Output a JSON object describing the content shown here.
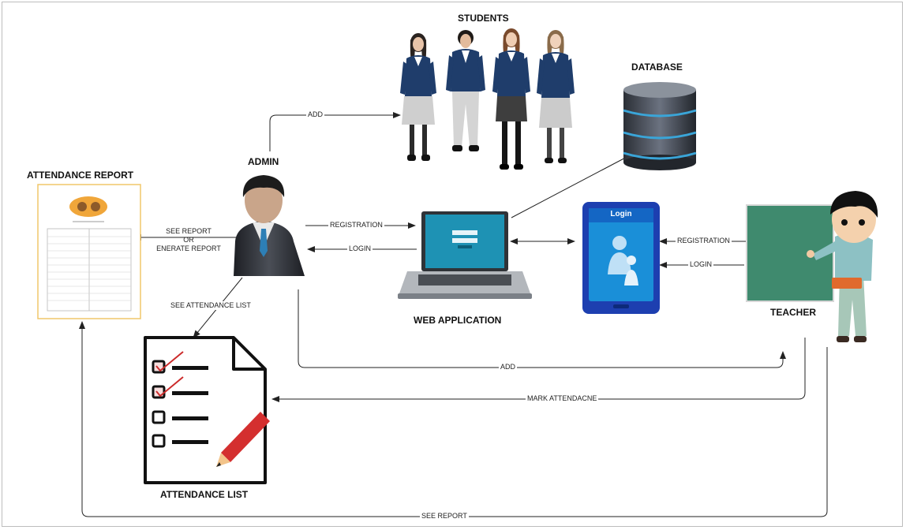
{
  "nodes": {
    "students": "STUDENTS",
    "database": "DATABASE",
    "admin": "ADMIN",
    "attendance_report": "ATTENDANCE REPORT",
    "web_application": "WEB APPLICATION",
    "teacher": "TEACHER",
    "attendance_list": "ATTENDANCE LIST"
  },
  "edges": {
    "admin_add_students": "ADD",
    "admin_registration": "REGISTRATION",
    "admin_login": "LOGIN",
    "see_report_line1": "SEE REPORT",
    "see_report_line2": "OR",
    "see_report_line3": "ENERATE REPORT",
    "see_attendance_list": "SEE ATTENDANCE LIST",
    "teacher_registration": "REGISTRATION",
    "teacher_login": "LOGIN",
    "admin_add_teacher": "ADD",
    "mark_attendance": "MARK ATTENDACNE",
    "teacher_see_report": "SEE REPORT"
  },
  "mobile": {
    "login_title": "Login"
  },
  "colors": {
    "uniform_navy": "#1f3d6b",
    "teacher_board": "#3f8a6e",
    "db_blue": "#3aa5d8",
    "phone_blue": "#1d3fb0",
    "report_border": "#f1c76a"
  }
}
